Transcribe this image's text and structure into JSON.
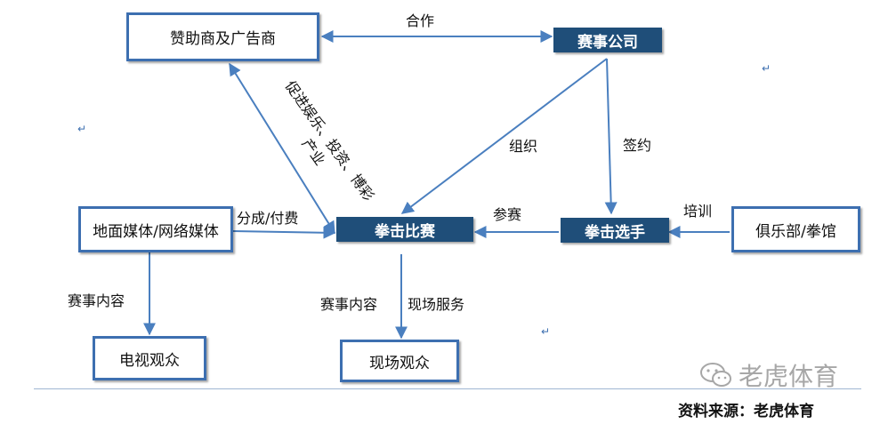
{
  "nodes": {
    "sponsor": "赞助商及广告商",
    "event_company": "赛事公司",
    "media": "地面媒体/网络媒体",
    "boxing_match": "拳击比赛",
    "boxer": "拳击选手",
    "club": "俱乐部/拳馆",
    "tv_audience": "电视观众",
    "live_audience": "现场观众"
  },
  "edges": {
    "cooperation": "合作",
    "promote": "促进娱乐、投资、博彩产业",
    "organize": "组织",
    "sign": "签约",
    "participate": "参赛",
    "train": "培训",
    "revenue_share": "分成/付费",
    "media_content": "赛事内容",
    "match_content": "赛事内容",
    "onsite_service": "现场服务"
  },
  "paragraph_mark": "↵",
  "watermark": "老虎体育",
  "source": "资料来源：老虎体育",
  "colors": {
    "arrow": "#4a7fbf",
    "box_border": "#3d6fb0",
    "solid_fill": "#1f4e79"
  }
}
